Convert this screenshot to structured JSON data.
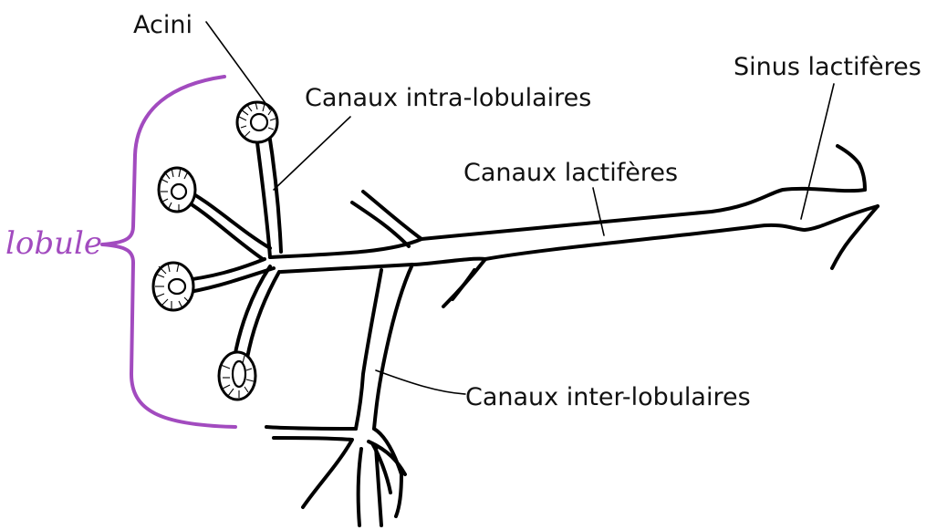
{
  "labels": {
    "acini": "Acini",
    "canaux_intra_lobulaires": "Canaux intra-lobulaires",
    "sinus_lactiferes": "Sinus lactifères",
    "canaux_lactiferes": "Canaux lactifères",
    "canaux_inter_lobulaires": "Canaux inter-lobulaires",
    "lobule": "lobule"
  },
  "colors": {
    "ink": "#000000",
    "brace": "#a24bbf"
  }
}
